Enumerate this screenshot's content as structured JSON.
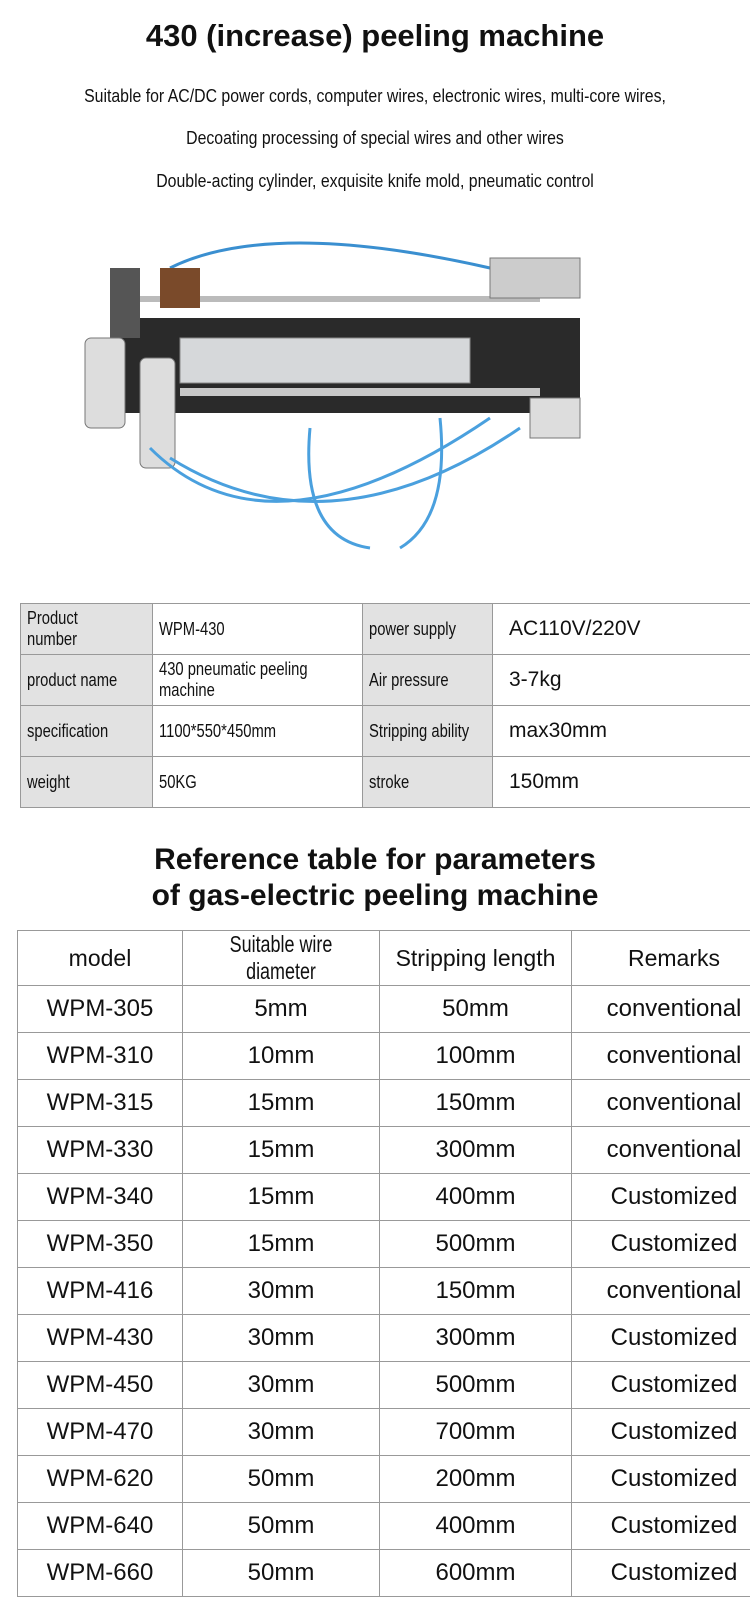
{
  "title": "430 (increase) peeling machine",
  "subtitle_lines": [
    "Suitable for AC/DC power cords, computer wires, electronic wires, multi-core wires,",
    "Decoating processing of special wires and other wires",
    "Double-acting cylinder, exquisite knife mold, pneumatic control"
  ],
  "spec_table": [
    {
      "l1": "Product number",
      "v1": "WPM-430",
      "l2": "power supply",
      "v2": "AC110V/220V"
    },
    {
      "l1": "product name",
      "v1": "430 pneumatic peeling machine",
      "l2": "Air pressure",
      "v2": "3-7kg"
    },
    {
      "l1": "specification",
      "v1": "1100*550*450mm",
      "l2": "Stripping ability",
      "v2": "max30mm"
    },
    {
      "l1": "weight",
      "v1": "50KG",
      "l2": "stroke",
      "v2": "150mm"
    }
  ],
  "reference": {
    "title_lines": [
      "Reference table for parameters",
      "of gas-electric peeling machine"
    ],
    "headers": [
      "model",
      "Suitable wire diameter",
      "Stripping length",
      "Remarks"
    ],
    "rows": [
      [
        "WPM-305",
        "5mm",
        "50mm",
        "conventional"
      ],
      [
        "WPM-310",
        "10mm",
        "100mm",
        "conventional"
      ],
      [
        "WPM-315",
        "15mm",
        "150mm",
        "conventional"
      ],
      [
        "WPM-330",
        "15mm",
        "300mm",
        "conventional"
      ],
      [
        "WPM-340",
        "15mm",
        "400mm",
        "Customized"
      ],
      [
        "WPM-350",
        "15mm",
        "500mm",
        "Customized"
      ],
      [
        "WPM-416",
        "30mm",
        "150mm",
        "conventional"
      ],
      [
        "WPM-430",
        "30mm",
        "300mm",
        "Customized"
      ],
      [
        "WPM-450",
        "30mm",
        "500mm",
        "Customized"
      ],
      [
        "WPM-470",
        "30mm",
        "700mm",
        "Customized"
      ],
      [
        "WPM-620",
        "50mm",
        "200mm",
        "Customized"
      ],
      [
        "WPM-640",
        "50mm",
        "400mm",
        "Customized"
      ],
      [
        "WPM-660",
        "50mm",
        "600mm",
        "Customized"
      ]
    ]
  }
}
